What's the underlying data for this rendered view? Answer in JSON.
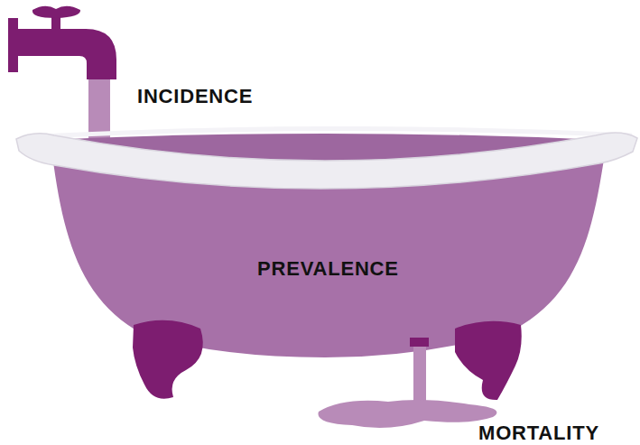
{
  "diagram": {
    "nodes": [
      {
        "text": [
          "PREVALENCE"
        ]
      }
    ],
    "labels": [
      "INCIDENCE",
      "MORTALITY"
    ]
  }
}
